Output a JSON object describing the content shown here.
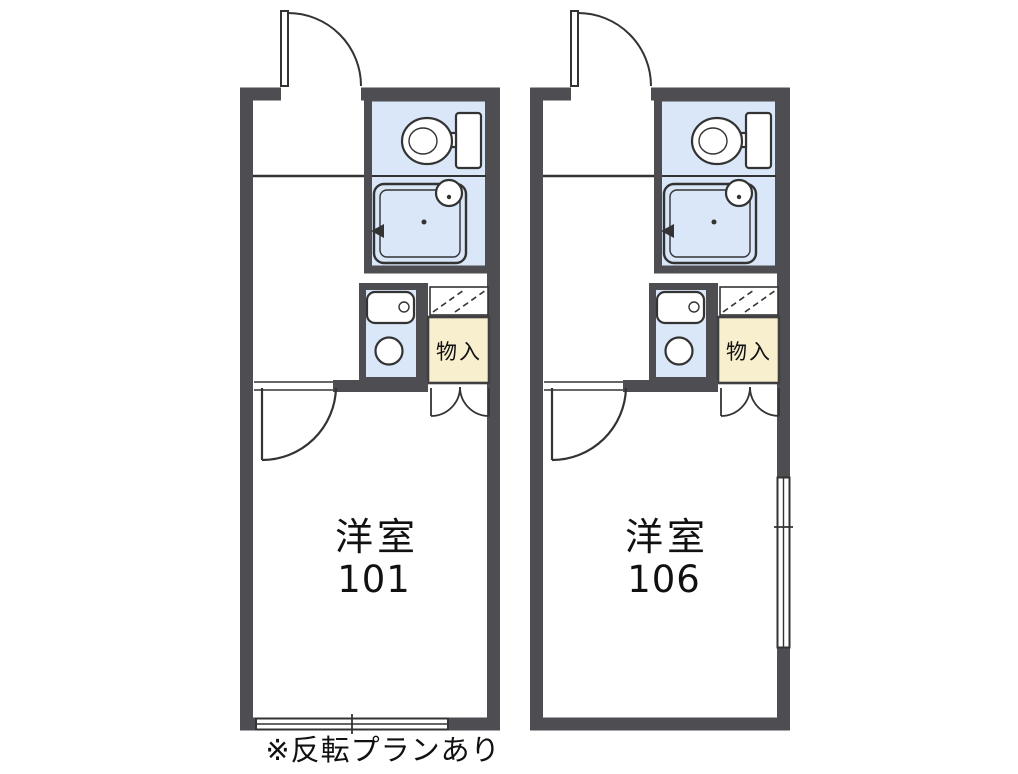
{
  "colors": {
    "wall": "#4e4e52",
    "water": "#d9e7f8",
    "storage": "#f8efcf",
    "line": "#333333",
    "text": "#111111"
  },
  "units": [
    {
      "name_line1": "洋室",
      "name_line2": "101",
      "storage_label": "物入"
    },
    {
      "name_line1": "洋室",
      "name_line2": "106",
      "storage_label": "物入"
    }
  ],
  "footnote": "※反転プランあり"
}
